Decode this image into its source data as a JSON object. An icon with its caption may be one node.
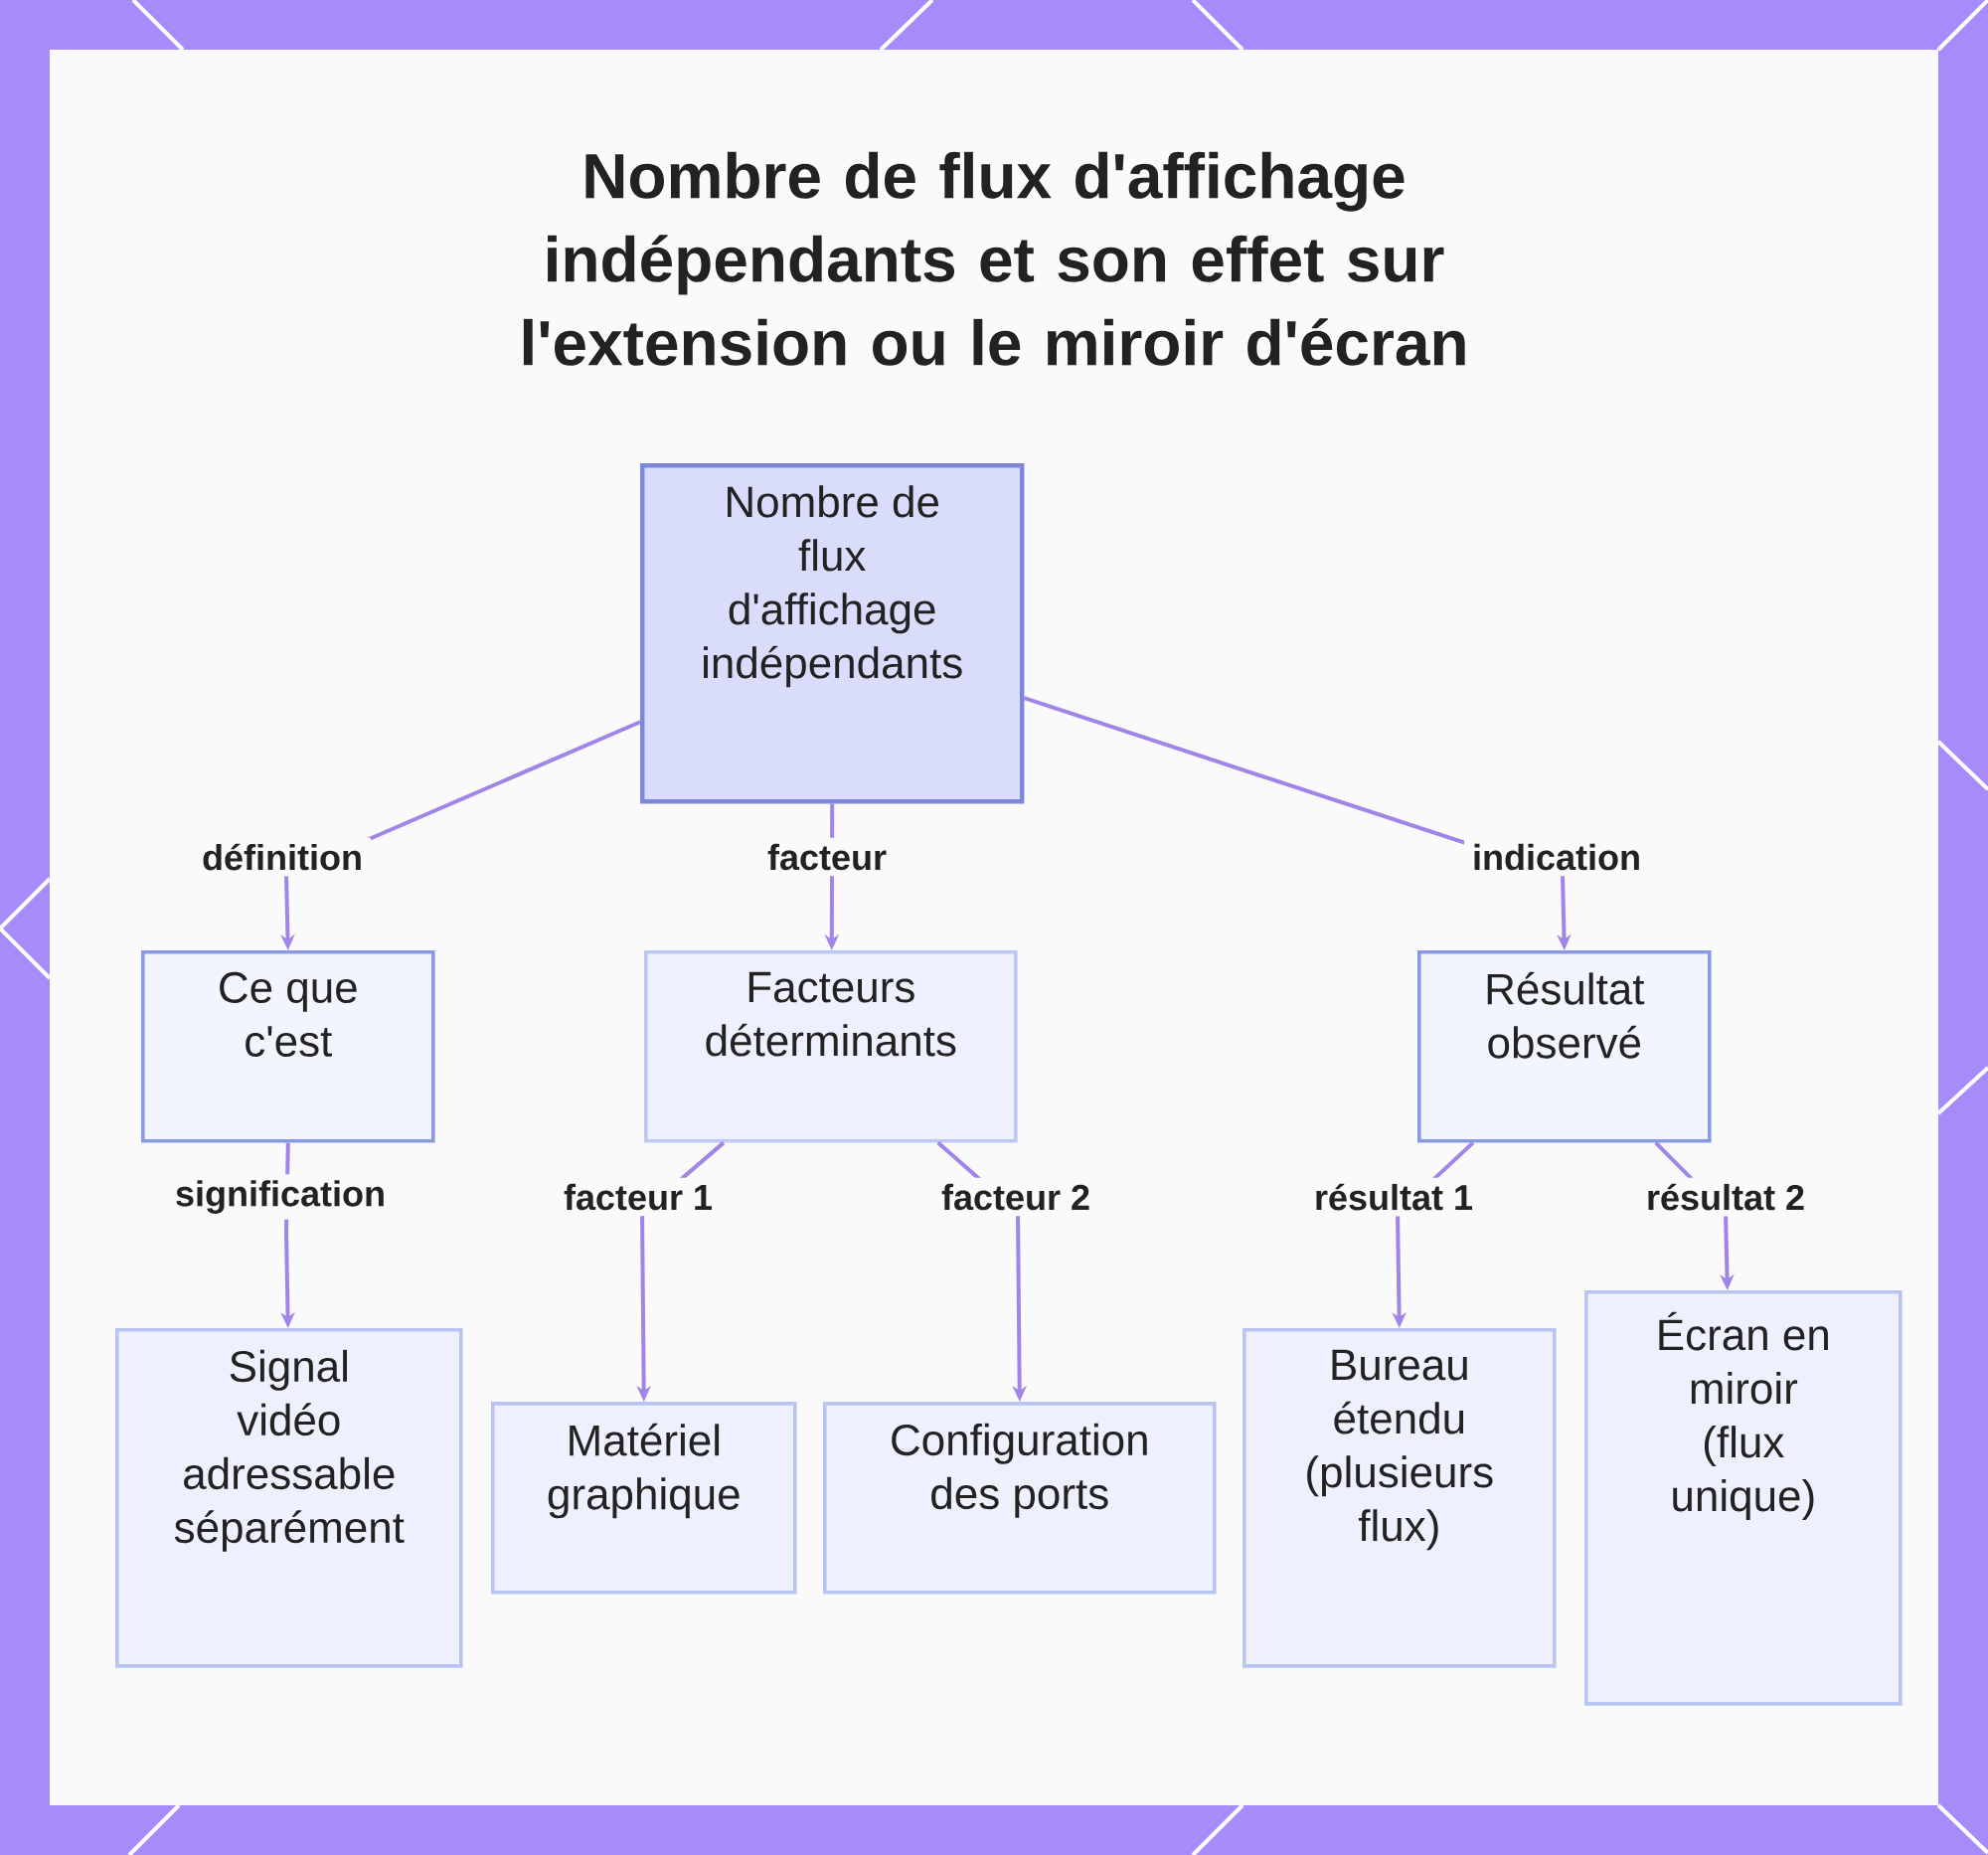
{
  "diagram": {
    "title": "Nombre de flux d'affichage indépendants et son effet sur l'extension ou le miroir d'écran",
    "nodes": [
      {
        "text": [
          "Nombre de flux d'affichage indépendants"
        ]
      },
      {
        "text": [
          "Ce que c'est"
        ]
      },
      {
        "text": [
          "Facteurs déterminants"
        ]
      },
      {
        "text": [
          "Résultat observé"
        ]
      },
      {
        "text": [
          "Signal vidéo adressable séparément"
        ]
      },
      {
        "text": [
          "Matériel graphique"
        ]
      },
      {
        "text": [
          "Configuration des ports"
        ]
      },
      {
        "text": [
          "Bureau étendu (plusieurs flux)"
        ]
      },
      {
        "text": [
          "Écran en miroir (flux unique)"
        ]
      }
    ],
    "edges": [
      {
        "from": 0,
        "to": 1,
        "arrow": "to",
        "label": "définition"
      },
      {
        "from": 0,
        "to": 2,
        "arrow": "to",
        "label": "facteur"
      },
      {
        "from": 0,
        "to": 3,
        "arrow": "to",
        "label": "indication"
      },
      {
        "from": 1,
        "to": 4,
        "arrow": "to",
        "label": "signification"
      },
      {
        "from": 2,
        "to": 5,
        "arrow": "to",
        "label": "facteur 1"
      },
      {
        "from": 2,
        "to": 6,
        "arrow": "to",
        "label": "facteur 2"
      },
      {
        "from": 3,
        "to": 7,
        "arrow": "to",
        "label": "résultat 1"
      },
      {
        "from": 3,
        "to": 8,
        "arrow": "to",
        "label": "résultat 2"
      }
    ]
  }
}
